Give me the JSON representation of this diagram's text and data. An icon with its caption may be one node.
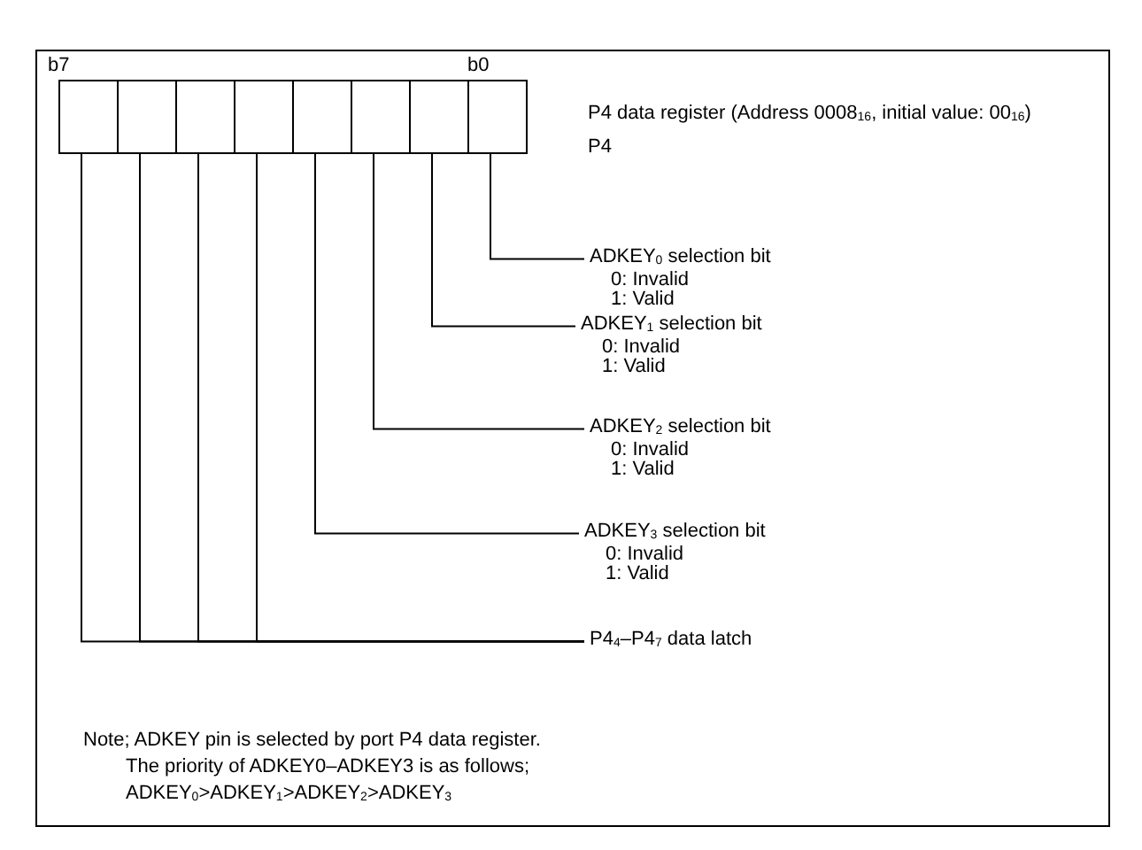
{
  "diagram": {
    "nodes": [
      {
        "text": [],
        "shape": "box"
      },
      {
        "text": [],
        "shape": "box"
      },
      {
        "text": [],
        "shape": "box"
      },
      {
        "text": [],
        "shape": "box"
      },
      {
        "text": [],
        "shape": "box"
      },
      {
        "text": [],
        "shape": "box"
      },
      {
        "text": [],
        "shape": "box"
      },
      {
        "text": [],
        "shape": "box"
      },
      {
        "text": [
          "ADKEY$_{0}$ selection bit",
          "0: Invalid",
          "1: Valid"
        ]
      },
      {
        "text": [
          "ADKEY$_{1}$ selection bit",
          "0: Invalid",
          "1: Valid"
        ]
      },
      {
        "text": [
          "ADKEY$_{2}$ selection bit",
          "0: Invalid",
          "1: Valid"
        ]
      },
      {
        "text": [
          "ADKEY$_{3}$ selection bit",
          "0: Invalid",
          "1: Valid"
        ]
      },
      {
        "text": [
          "P4$_{4}$–P4$_{7}$ data latch"
        ]
      }
    ],
    "edges": [
      {
        "from": 8,
        "to": 7,
        "arrow": "none"
      },
      {
        "from": 9,
        "to": 6,
        "arrow": "none"
      },
      {
        "from": 10,
        "to": 5,
        "arrow": "none"
      },
      {
        "from": 11,
        "to": 4,
        "arrow": "none"
      },
      {
        "from": 12,
        "to": 3,
        "arrow": "none"
      },
      {
        "from": 12,
        "to": 2,
        "arrow": "none"
      },
      {
        "from": 12,
        "to": 1,
        "arrow": "none"
      },
      {
        "from": 12,
        "to": 0,
        "arrow": "none"
      }
    ],
    "labels": [
      "b7",
      "b0",
      "P4 data register (Address 0008$_{16}$, initial value: 00$_{16}$)",
      "P4",
      "Note; ADKEY pin is selected by port P4 data register.",
      "The priority of ADKEY0–ADKEY3 is as follows;",
      "ADKEY$_{0}$>ADKEY$_{1}$>ADKEY$_{2}$>ADKEY$_{3}$"
    ]
  }
}
